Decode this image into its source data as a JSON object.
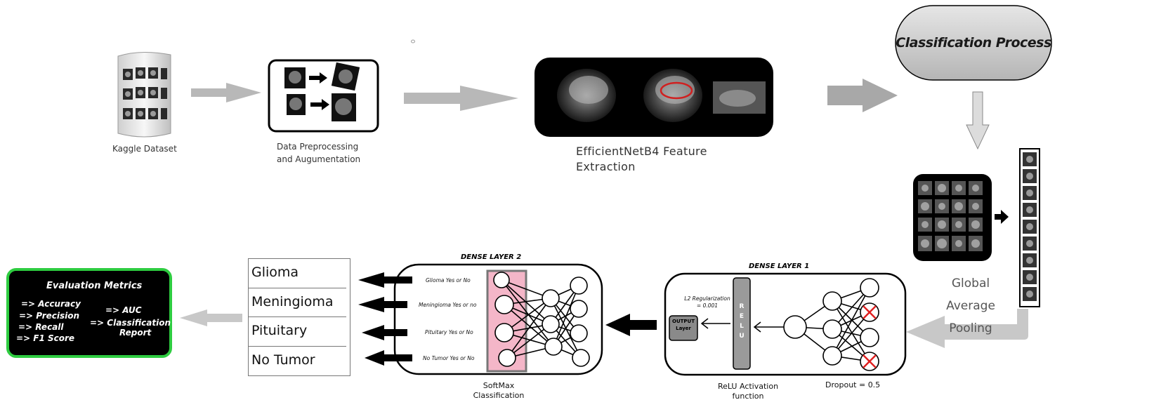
{
  "pipeline": {
    "dataset_label": "Kaggle Dataset",
    "preprocessing_label": "Data Preprocessing and Augumentation",
    "feature_extraction_label": "EfficientNetB4 Feature Extraction",
    "classification_process_label": "Classification Process",
    "gap_label": "Global Average Pooling"
  },
  "dense1": {
    "title": "DENSE LAYER 1",
    "l2_label": "L2 Regularization = 0.001",
    "output_label": "OUTPUT Layer",
    "relu_box_label": "RELU",
    "activation_caption": "ReLU Activation function",
    "dropout_caption": "Dropout = 0.5"
  },
  "dense2": {
    "title": "DENSE LAYER 2",
    "outputs": [
      "Glioma Yes or No",
      "Meningioma Yes or no",
      "Pituitary Yes or No",
      "No Tumor Yes or No"
    ],
    "caption": "SoftMax Classification"
  },
  "classes": [
    "Glioma",
    "Meningioma",
    "Pituitary",
    "No Tumor"
  ],
  "evaluation": {
    "title": "Evaluation Metrics",
    "left_metrics": [
      "=> Accuracy",
      "=> Precision",
      "=> Recall",
      "=> F1 Score"
    ],
    "right_metrics": [
      "=> AUC",
      "=> Classification",
      "Report"
    ]
  },
  "colors": {
    "arrow_gray": "#b8b8b8",
    "softmax_pink": "#f4b6c8",
    "eval_border": "#2ecc40",
    "dropout_red": "#e02020",
    "mri_box": "#000000"
  }
}
